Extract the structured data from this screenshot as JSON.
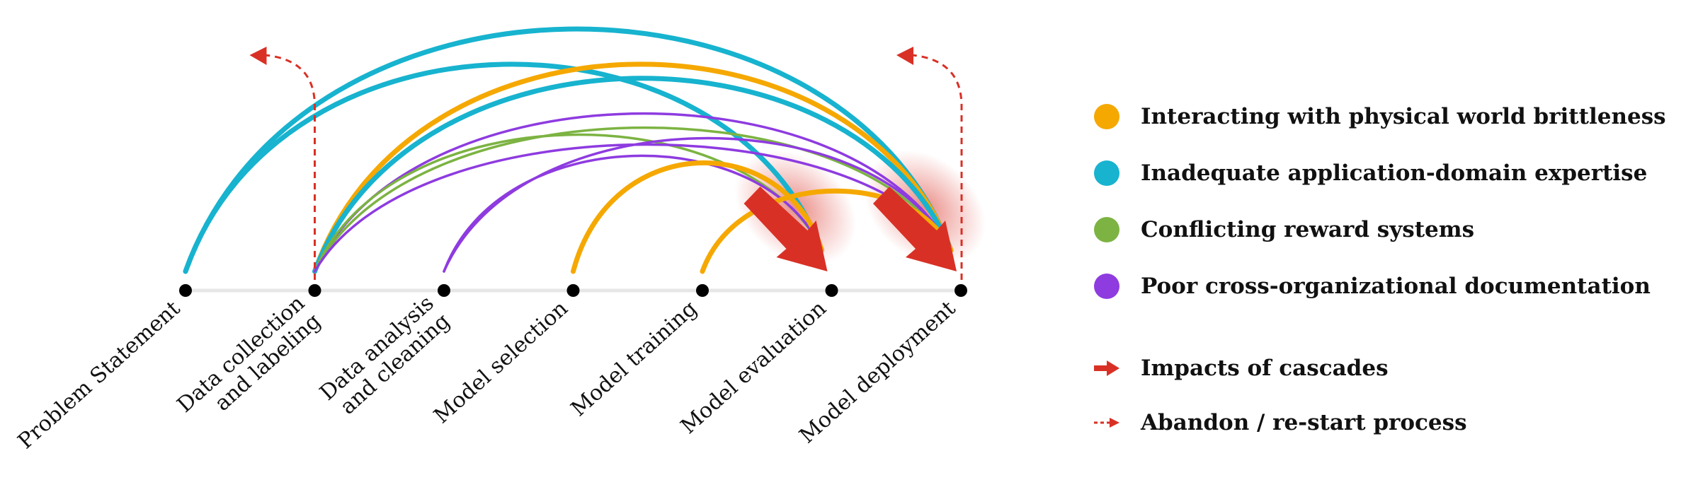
{
  "stages": [
    {
      "lines": [
        "Problem Statement"
      ]
    },
    {
      "lines": [
        "Data collection",
        "and labeling"
      ]
    },
    {
      "lines": [
        "Data analysis",
        "and cleaning"
      ]
    },
    {
      "lines": [
        "Model selection"
      ]
    },
    {
      "lines": [
        "Model training"
      ]
    },
    {
      "lines": [
        "Model evaluation"
      ]
    },
    {
      "lines": [
        "Model deployment"
      ]
    }
  ],
  "categories": [
    {
      "id": "physical",
      "label": "Interacting with physical world brittleness",
      "color": "#F5A800"
    },
    {
      "id": "expertise",
      "label": "Inadequate application-domain expertise",
      "color": "#17B3CF"
    },
    {
      "id": "reward",
      "label": "Conflicting reward systems",
      "color": "#7CB342"
    },
    {
      "id": "documentation",
      "label": "Poor cross-organizational documentation",
      "color": "#8E3BE0"
    }
  ],
  "cascades": [
    {
      "from": 0,
      "to": 6,
      "category": "expertise"
    },
    {
      "from": 0,
      "to": 5,
      "category": "expertise"
    },
    {
      "from": 1,
      "to": 6,
      "category": "physical"
    },
    {
      "from": 1,
      "to": 6,
      "category": "expertise"
    },
    {
      "from": 1,
      "to": 6,
      "category": "documentation"
    },
    {
      "from": 1,
      "to": 6,
      "category": "reward"
    },
    {
      "from": 1,
      "to": 5,
      "category": "reward"
    },
    {
      "from": 1,
      "to": 6,
      "category": "documentation"
    },
    {
      "from": 2,
      "to": 6,
      "category": "documentation"
    },
    {
      "from": 2,
      "to": 5,
      "category": "documentation"
    },
    {
      "from": 3,
      "to": 5,
      "category": "physical"
    },
    {
      "from": 4,
      "to": 6,
      "category": "physical"
    }
  ],
  "restarts": [
    {
      "stage": 1
    },
    {
      "stage": 6
    }
  ],
  "impact_color": "#D93025",
  "legend_markers": {
    "impacts": {
      "label": "Impacts of cascades",
      "icon": "thick-red-arrow-icon"
    },
    "restart": {
      "label": "Abandon / re-start process",
      "icon": "dashed-red-arrow-icon"
    }
  }
}
